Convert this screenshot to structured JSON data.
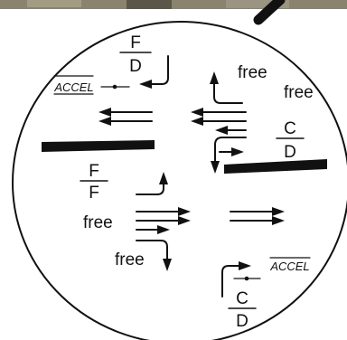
{
  "colors": {
    "ink": "#111111",
    "paper": "#ffffff",
    "photo_background": "#6f6a5a"
  },
  "labels": {
    "free_top_1": "free",
    "free_top_2": "free",
    "free_mid": "free",
    "free_bottom": "free",
    "accel_top": "ACCEL",
    "accel_bottom": "ACCEL",
    "frac_top_left": {
      "num": "F",
      "den": "D"
    },
    "frac_right": {
      "num": "C",
      "den": "D"
    },
    "frac_left_mid": {
      "num": "F",
      "den": "F"
    },
    "frac_bottom_right": {
      "num": "C",
      "den": "D"
    }
  }
}
